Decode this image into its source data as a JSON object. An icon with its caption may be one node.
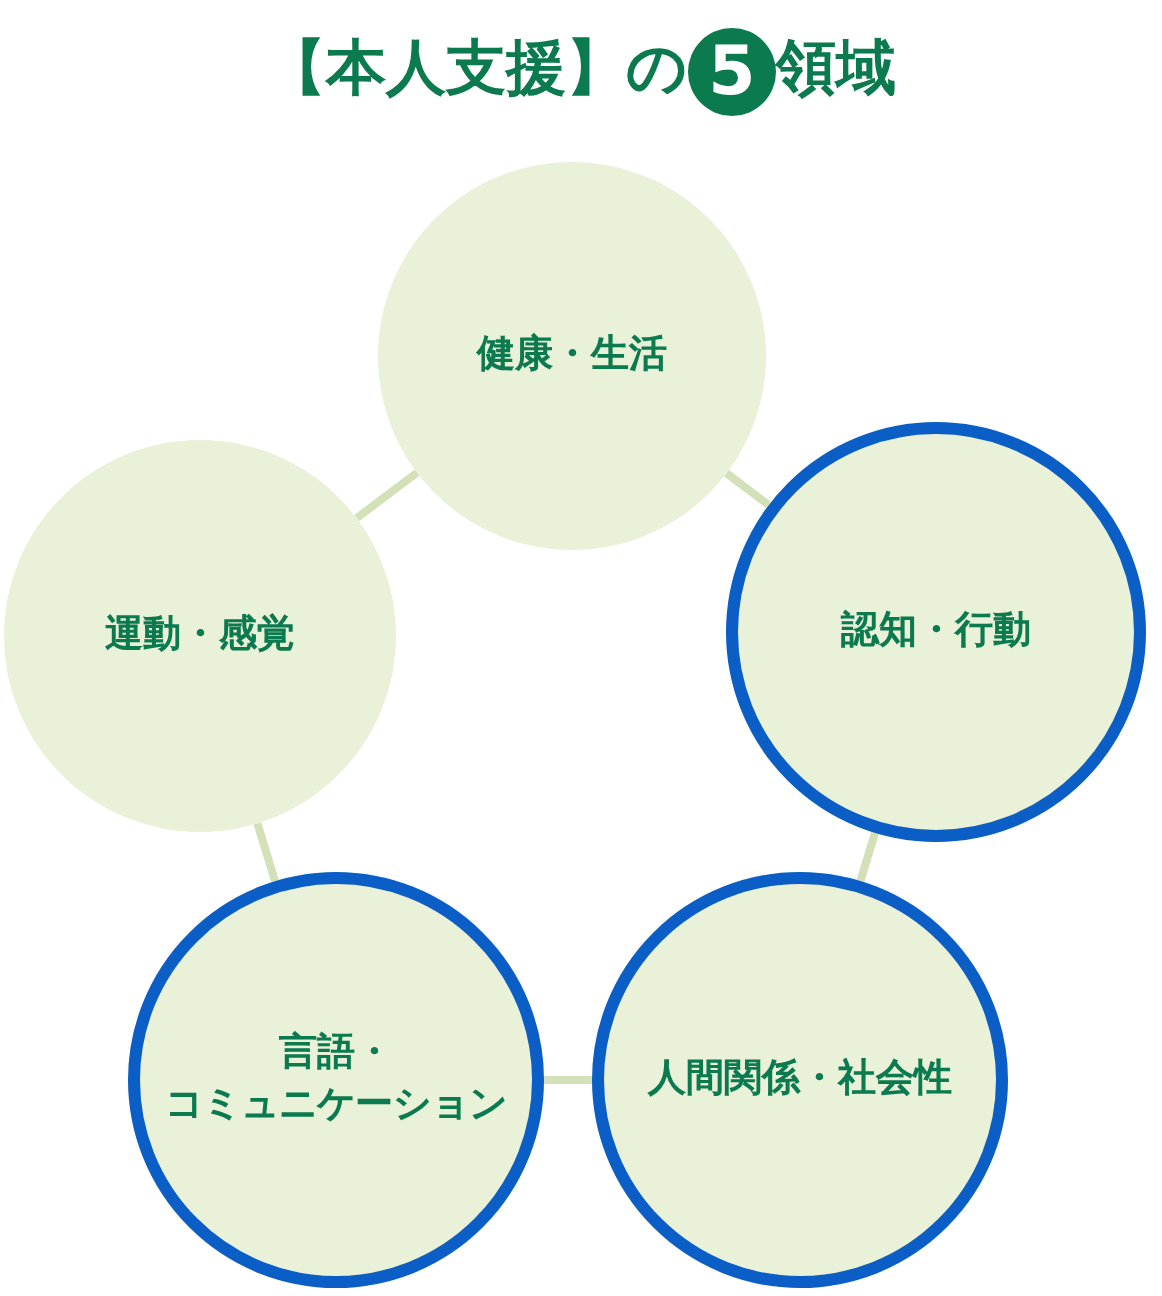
{
  "diagram": {
    "title": "【本人支援】の5領域",
    "nodes": [
      {
        "text": [
          "健康・生活"
        ]
      },
      {
        "text": [
          "運動・感覚"
        ]
      },
      {
        "text": [
          "認知・行動"
        ]
      },
      {
        "text": [
          "言語・コミュニケーション"
        ]
      },
      {
        "text": [
          "人間関係・社会性"
        ]
      }
    ],
    "edges": [
      {
        "from": 0,
        "to": 1,
        "arrow": "none"
      },
      {
        "from": 0,
        "to": 2,
        "arrow": "none"
      },
      {
        "from": 1,
        "to": 3,
        "arrow": "none"
      },
      {
        "from": 2,
        "to": 4,
        "arrow": "none"
      },
      {
        "from": 3,
        "to": 4,
        "arrow": "none"
      }
    ]
  }
}
